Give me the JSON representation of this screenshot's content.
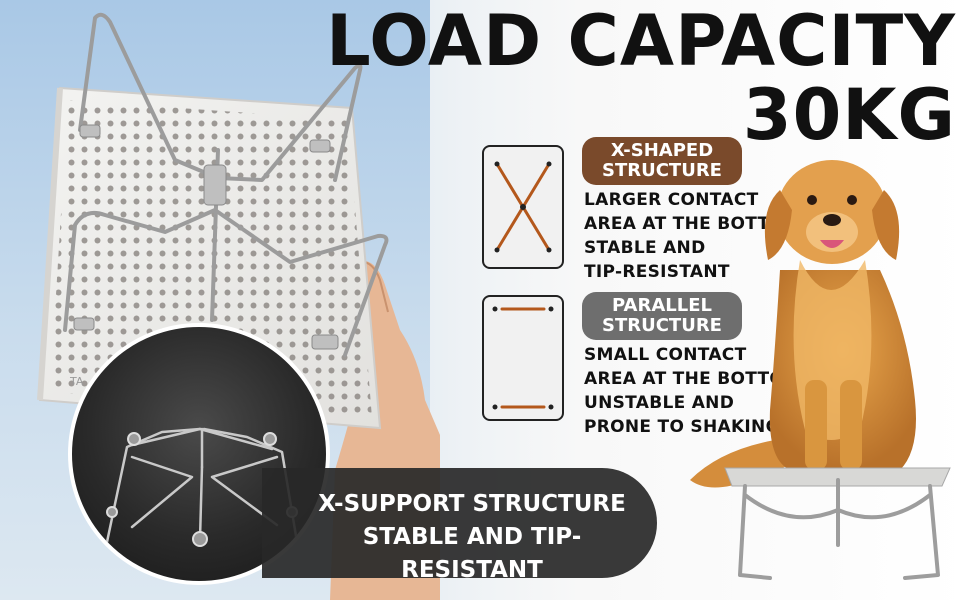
{
  "headline": {
    "line1": "LOAD CAPACITY",
    "line2": "30KG"
  },
  "x_structure": {
    "label_line1": "X-SHAPED",
    "label_line2": "STRUCTURE",
    "label_color": "#7a4a2b",
    "desc": [
      "LARGER CONTACT",
      "AREA AT THE BOTTOM",
      "STABLE AND",
      "TIP-RESISTANT"
    ]
  },
  "parallel_structure": {
    "label_line1": "PARALLEL",
    "label_line2": "STRUCTURE",
    "label_color": "#6e6e6e",
    "desc": [
      "SMALL CONTACT",
      "AREA AT THE BOTTOM",
      "UNSTABLE AND",
      "PRONE TO SHAKING"
    ]
  },
  "support_badge": {
    "line1": "X-SUPPORT STRUCTURE",
    "line2": "STABLE AND TIP-RESISTANT"
  },
  "panel_print": "TA",
  "colors": {
    "accent_brown": "#7a4a2b",
    "gray_pill": "#6e6e6e",
    "bar_brown": "#b4581c"
  }
}
